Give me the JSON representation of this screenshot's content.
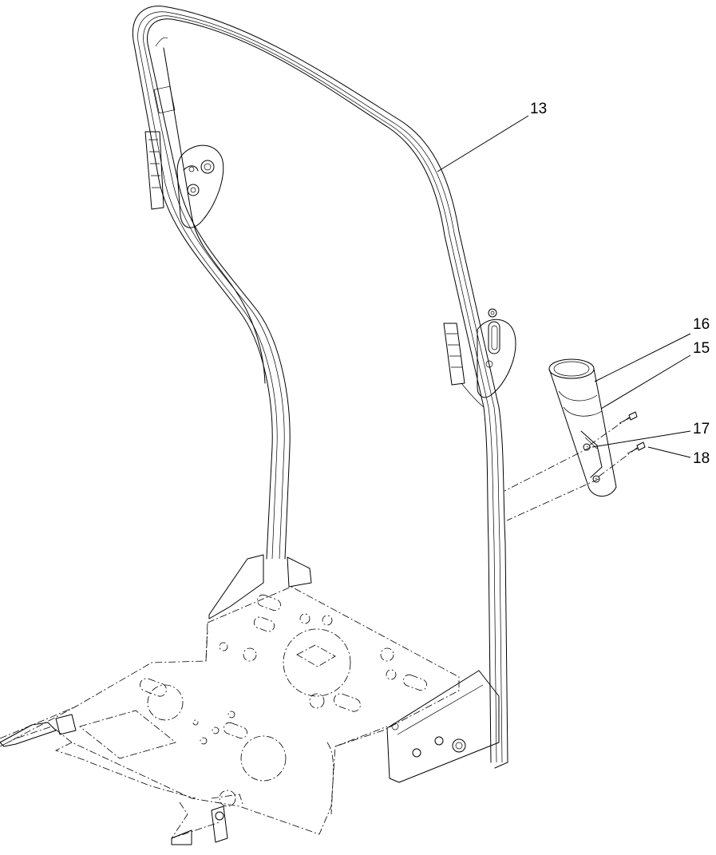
{
  "callouts": [
    {
      "id": "c13",
      "label": "13"
    },
    {
      "id": "c16",
      "label": "16"
    },
    {
      "id": "c15",
      "label": "15"
    },
    {
      "id": "c17",
      "label": "17"
    },
    {
      "id": "c18",
      "label": "18"
    }
  ]
}
